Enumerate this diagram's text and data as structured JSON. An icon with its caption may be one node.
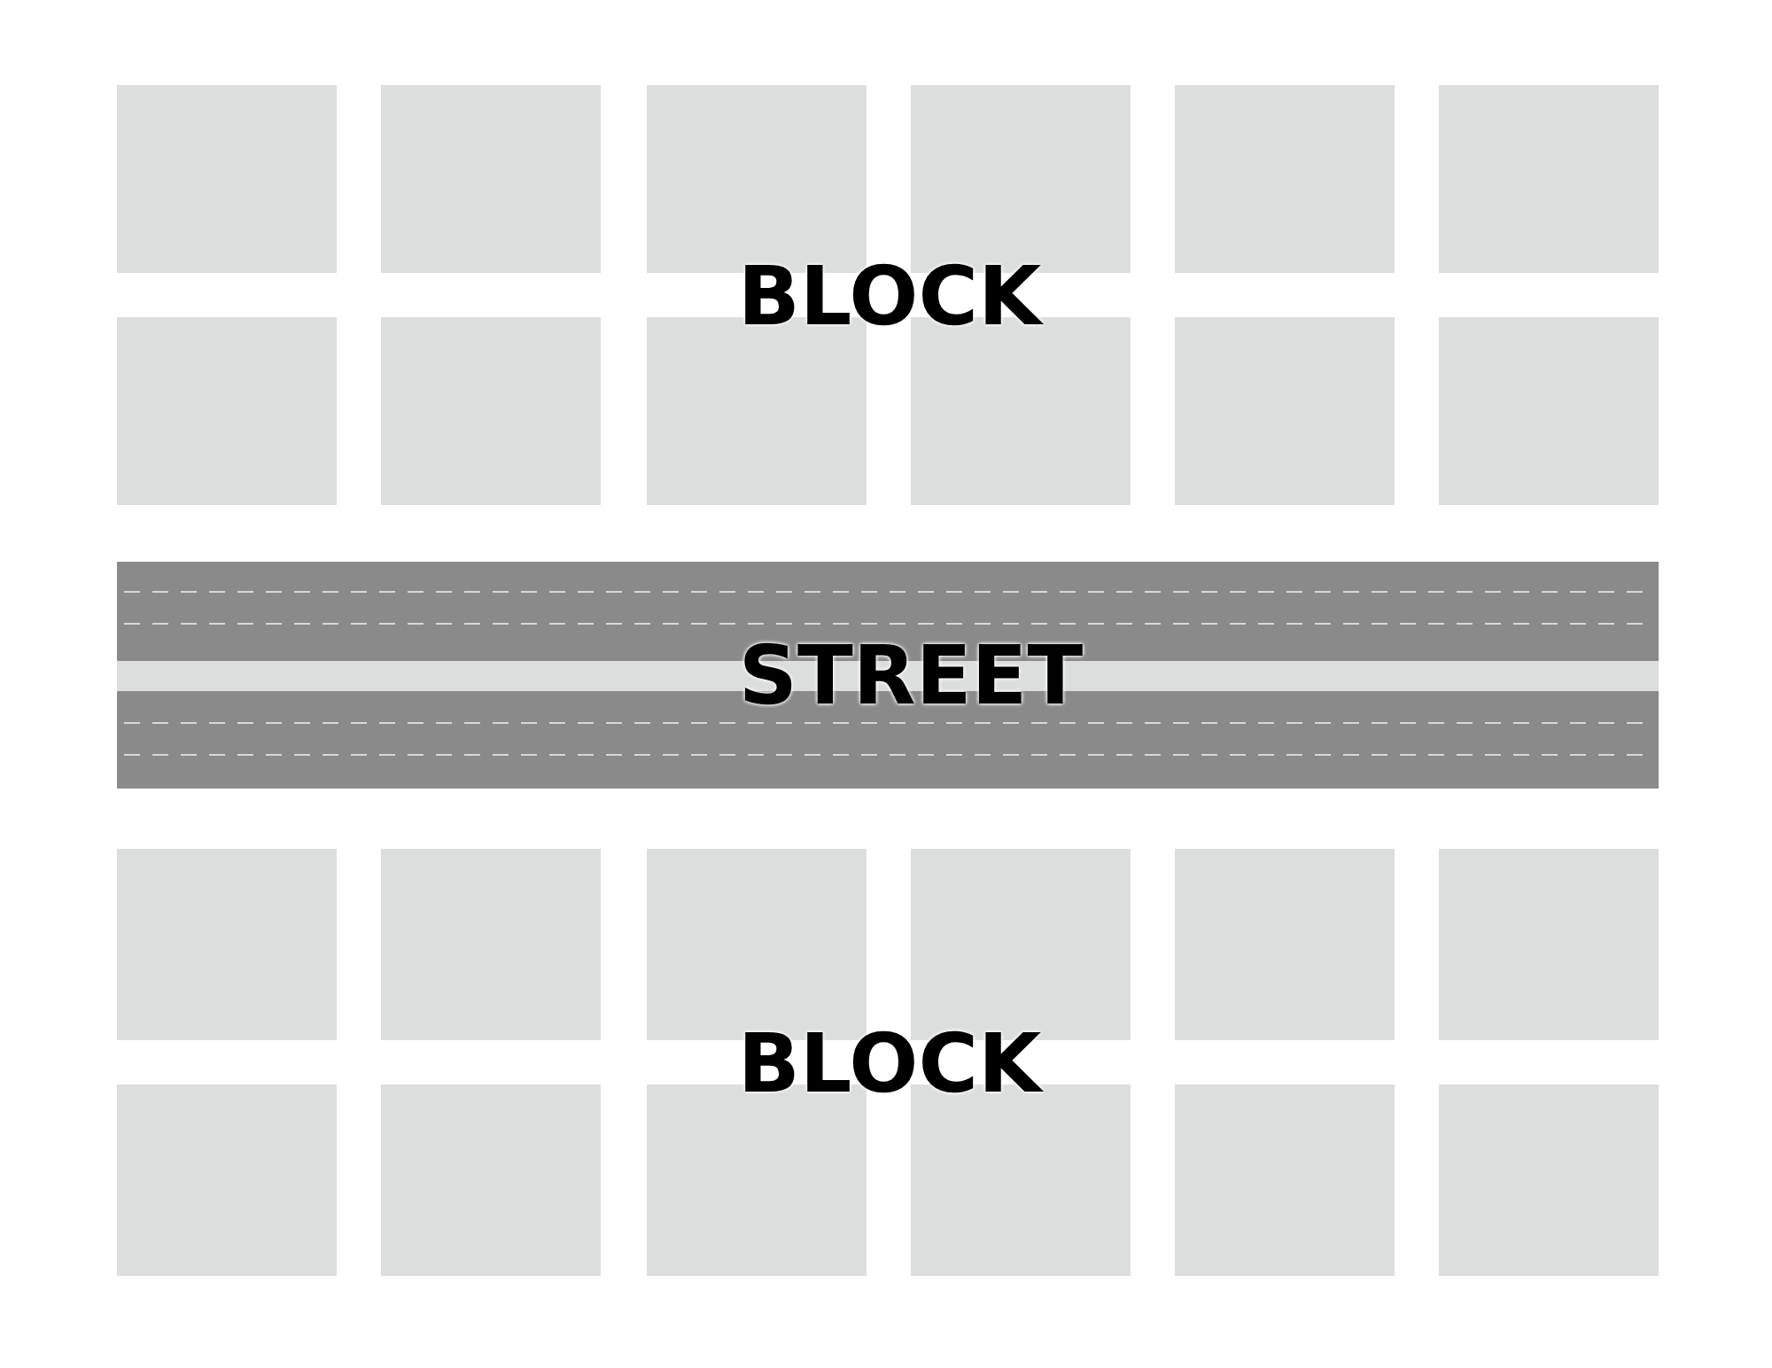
{
  "diagram": {
    "labels": [
      "BLOCK",
      "STREET",
      "BLOCK"
    ]
  }
}
